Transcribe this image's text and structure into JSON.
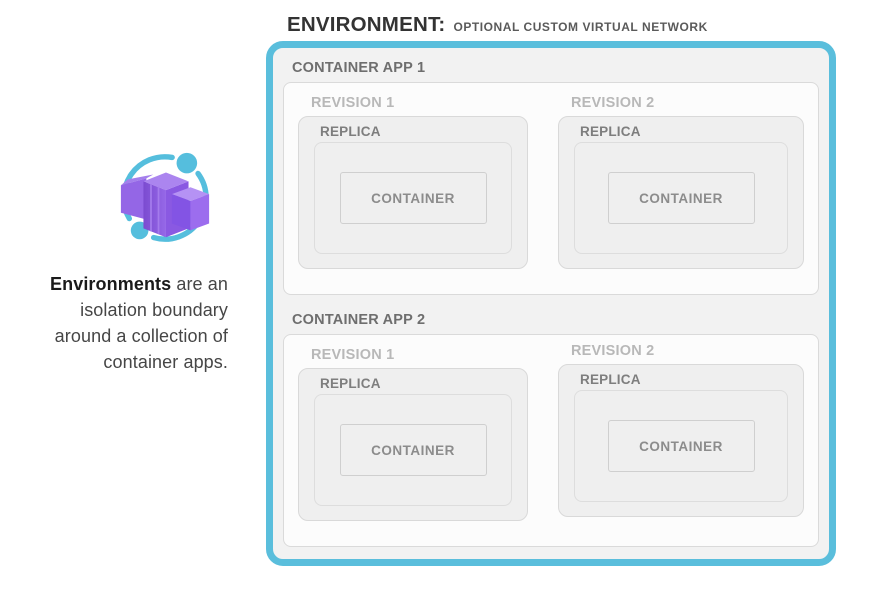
{
  "title": {
    "main": "ENVIRONMENT:",
    "sub": "OPTIONAL CUSTOM VIRTUAL NETWORK"
  },
  "description": {
    "bold": "Environments",
    "line1_rest": " are an",
    "line2": "isolation boundary",
    "line3": "around a collection of",
    "line4": "container apps."
  },
  "icon": {
    "name": "azure-container-apps-icon"
  },
  "environment": {
    "apps": [
      {
        "label": "CONTAINER APP 1",
        "revisions": [
          {
            "label": "REVISION 1",
            "replica": {
              "label": "REPLICA",
              "container": {
                "label": "CONTAINER"
              }
            }
          },
          {
            "label": "REVISION 2",
            "replica": {
              "label": "REPLICA",
              "container": {
                "label": "CONTAINER"
              }
            }
          }
        ]
      },
      {
        "label": "CONTAINER APP 2",
        "revisions": [
          {
            "label": "REVISION 1",
            "replica": {
              "label": "REPLICA",
              "container": {
                "label": "CONTAINER"
              }
            }
          },
          {
            "label": "REVISION 2",
            "replica": {
              "label": "REPLICA",
              "container": {
                "label": "CONTAINER"
              }
            }
          }
        ]
      }
    ]
  },
  "colors": {
    "environment_border": "#5abedc",
    "environment_fill": "#f2f2f2",
    "app_box_fill": "#fcfcfc",
    "replica_box_fill": "#efefef",
    "box_border": "#d9d9d9",
    "app_label": "#6e6e6e",
    "revision_label": "#b8b8b8",
    "replica_label": "#7e7e7e",
    "container_label": "#8c8c8c",
    "icon_blue": "#55bedd",
    "icon_purple_dark": "#7b4bd0",
    "icon_purple_mid": "#8e5ce6",
    "icon_purple_light": "#b294f2"
  }
}
